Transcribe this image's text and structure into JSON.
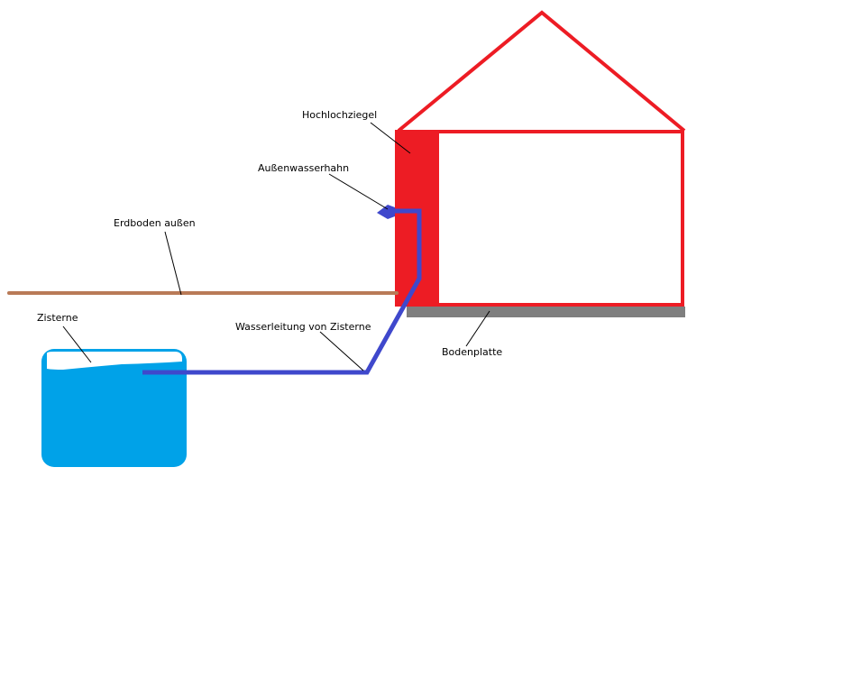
{
  "labels": {
    "hochlochziegel": "Hochlochziegel",
    "aussenwasserhahn": "Außenwasserhahn",
    "erdboden": "Erdboden außen",
    "zisterne": "Zisterne",
    "wasserleitung": "Wasserleitung von Zisterne",
    "bodenplatte": "Bodenplatte"
  },
  "colors": {
    "house": "#ed1c24",
    "ground": "#b97a57",
    "water": "#00a2e8",
    "pipe": "#3f48cc",
    "slab": "#7f7f7f",
    "leader": "#000000"
  }
}
